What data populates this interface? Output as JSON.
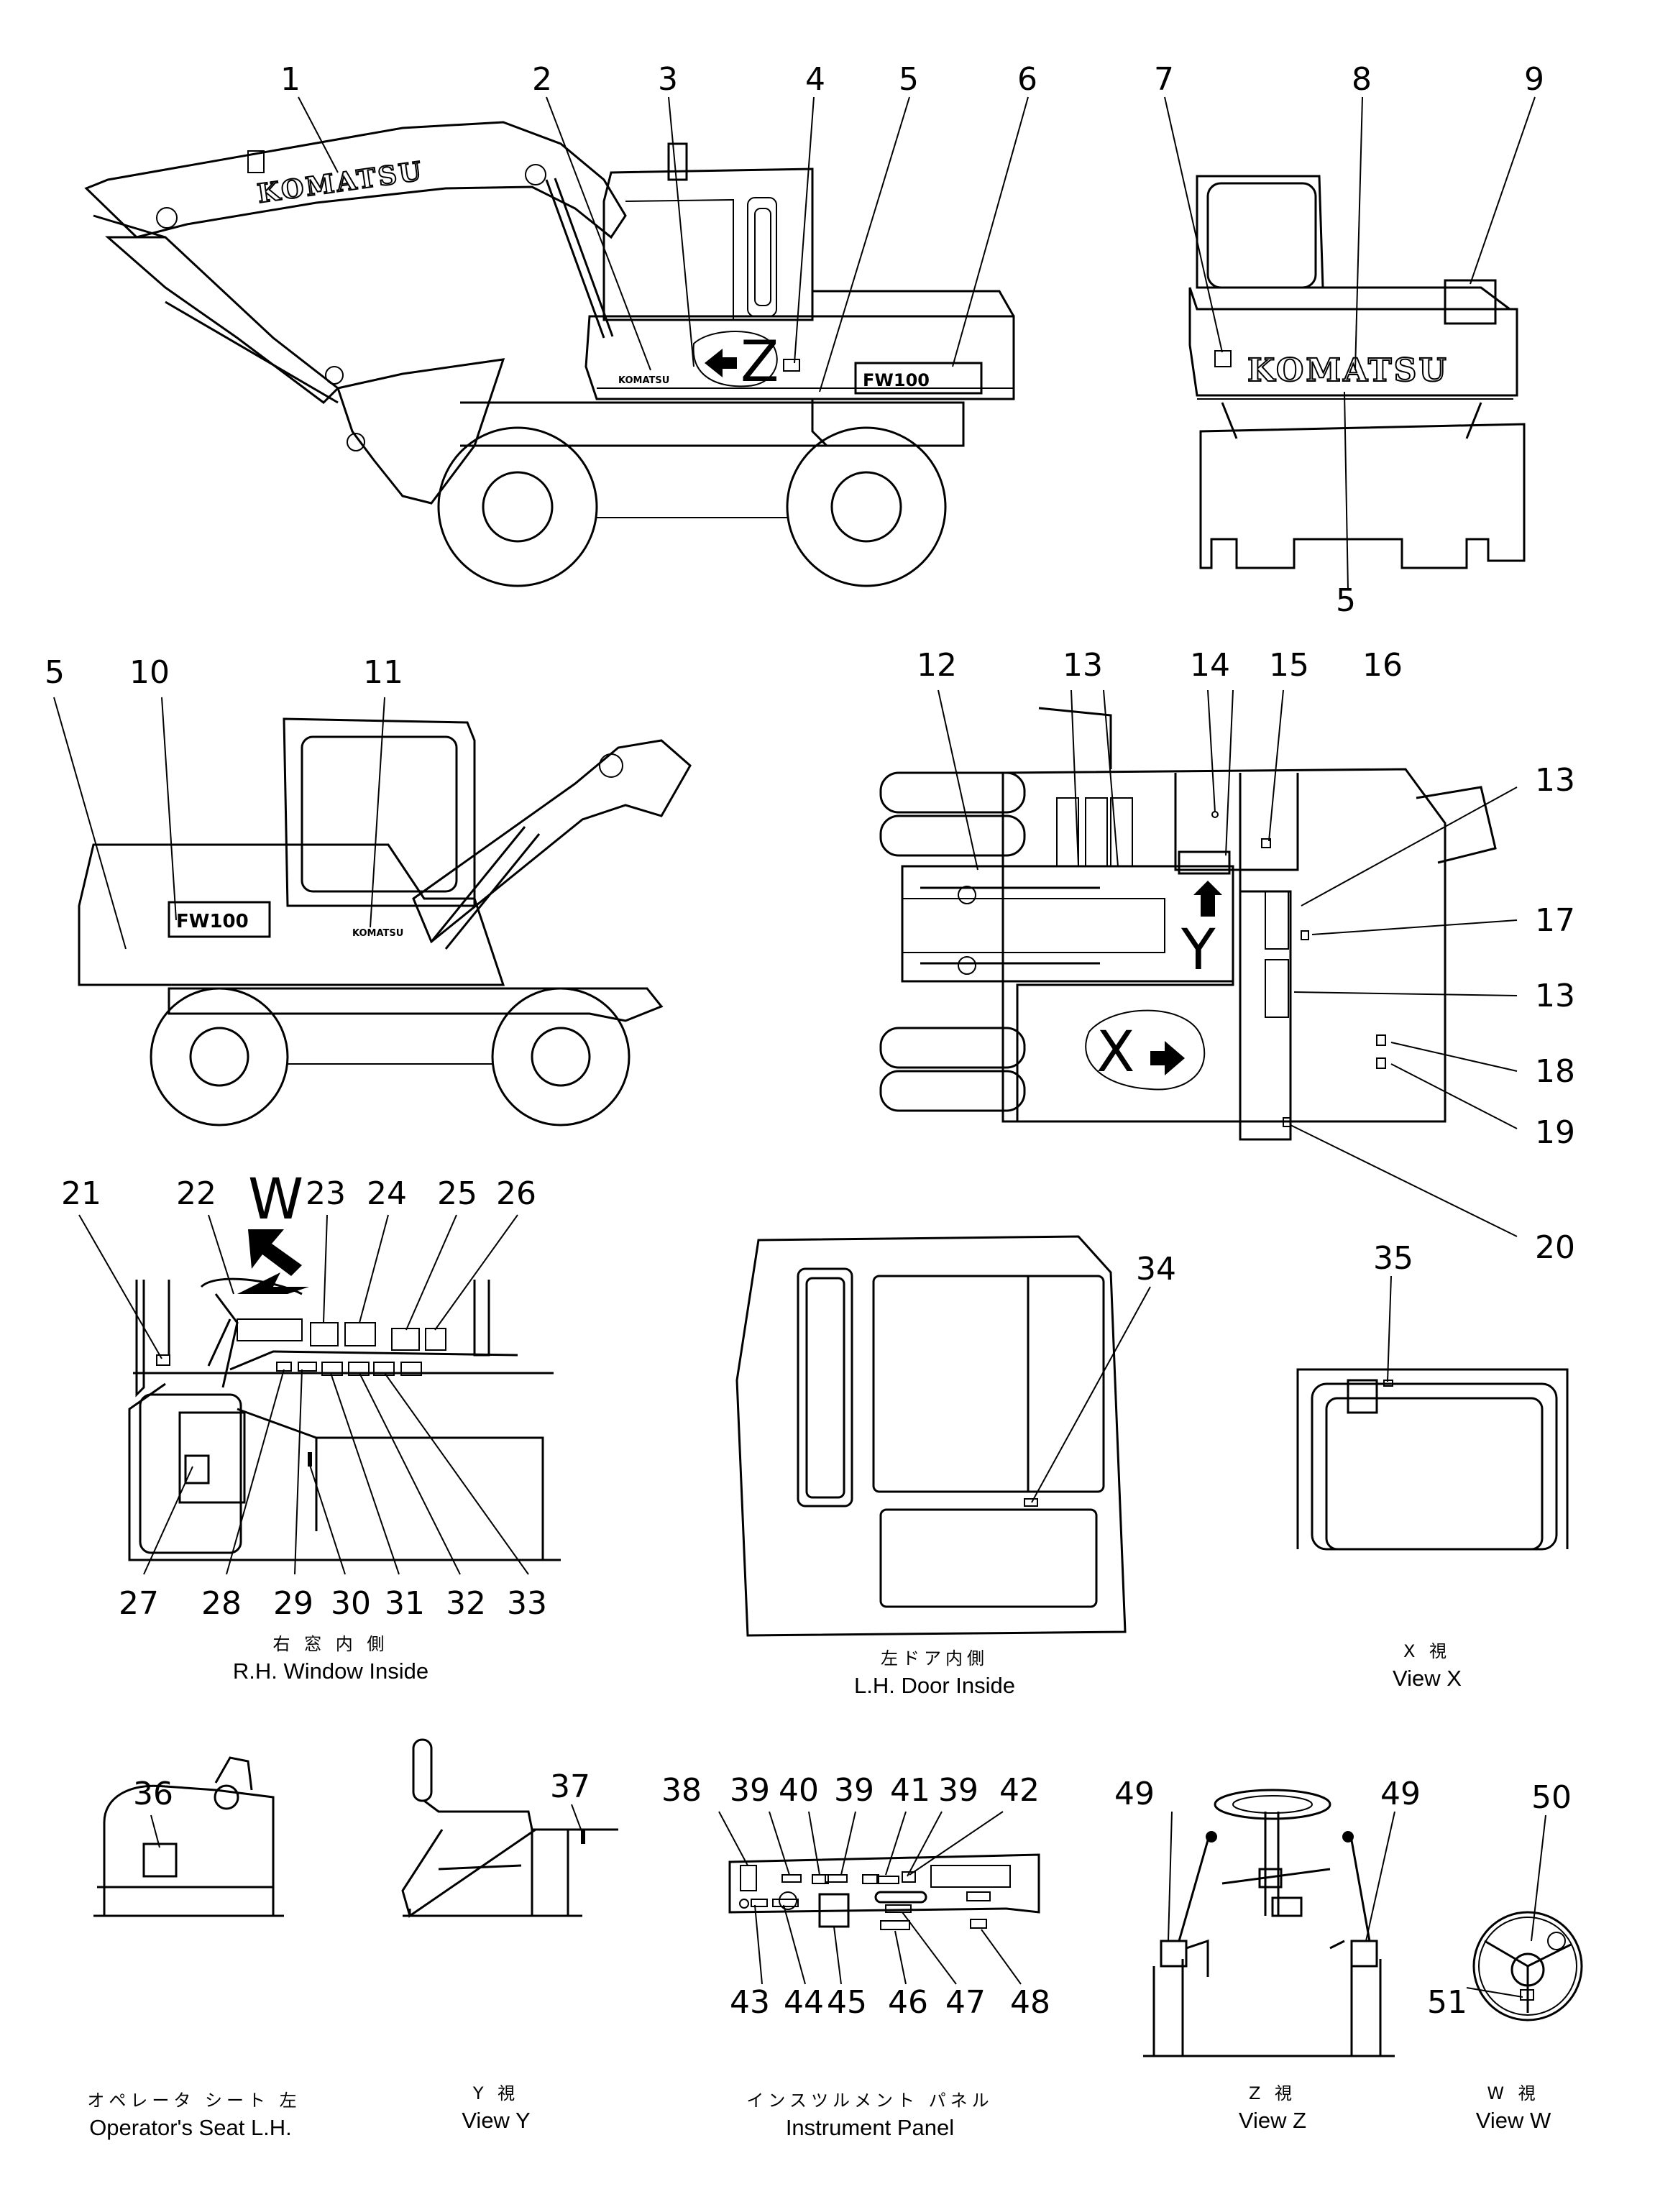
{
  "part_numbers": [
    "1",
    "2",
    "3",
    "4",
    "5",
    "6",
    "7",
    "8",
    "9",
    "5",
    "5",
    "10",
    "11",
    "12",
    "13",
    "14",
    "15",
    "16",
    "13",
    "17",
    "13",
    "18",
    "19",
    "20",
    "21",
    "22",
    "23",
    "24",
    "25",
    "26",
    "27",
    "28",
    "29",
    "30",
    "31",
    "32",
    "33",
    "34",
    "35",
    "36",
    "37",
    "38",
    "39",
    "40",
    "39",
    "41",
    "39",
    "42",
    "43",
    "44",
    "45",
    "46",
    "47",
    "48",
    "49",
    "49",
    "50",
    "51"
  ],
  "view_markers": {
    "w": "W",
    "x": "X",
    "y": "Y",
    "z": "Z"
  },
  "machine_text": {
    "brand": "KOMATSU",
    "brand_small": "KOMATSU",
    "model": "FW100"
  },
  "captions": {
    "rh_window_jp": "右 窓 内 側",
    "rh_window_en": "R.H. Window Inside",
    "lh_door_jp": "左ドア内側",
    "lh_door_en": "L.H. Door Inside",
    "view_x_jp": "X 視",
    "view_x_en": "View X",
    "seat_jp": "オペレータ シート 左",
    "seat_en": "Operator's Seat L.H.",
    "view_y_jp": "Y 視",
    "view_y_en": "View Y",
    "panel_jp": "インスツルメント パネル",
    "panel_en": "Instrument Panel",
    "view_z_jp": "Z 視",
    "view_z_en": "View Z",
    "view_w_jp": "W 視",
    "view_w_en": "View W"
  }
}
